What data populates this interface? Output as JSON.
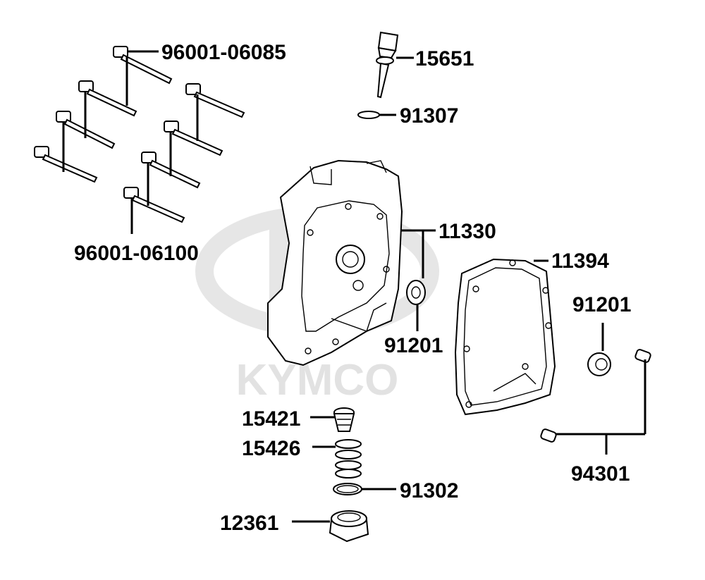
{
  "diagram": {
    "watermark_brand": "KYMCO",
    "callouts": {
      "bolts_upper": "96001-06085",
      "bolts_lower": "96001-06100",
      "dipstick": "15651",
      "dipstick_oring": "91307",
      "cover": "11330",
      "cover_seal": "91201",
      "gasket": "11394",
      "seal_right": "91201",
      "dowel_pins": "94301",
      "strainer": "15421",
      "spring": "15426",
      "drain_oring": "91302",
      "drain_plug": "12361"
    },
    "colors": {
      "ink": "#000000",
      "watermark": "#e2e2e2",
      "background": "#ffffff"
    }
  }
}
